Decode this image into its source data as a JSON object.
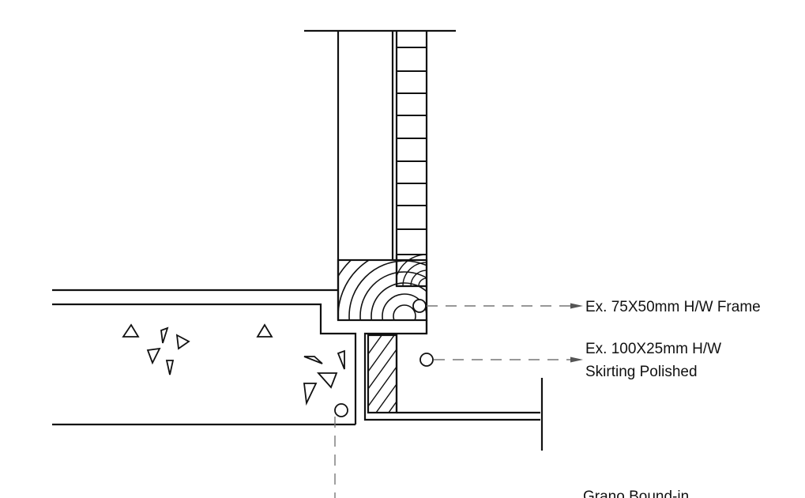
{
  "drawing": {
    "line_color": "#111111",
    "leader_color": "#777777",
    "background": "#ffffff"
  },
  "annotations": {
    "frame_label": "Ex. 75X50mm H/W Frame",
    "skirting_label_line1": "Ex. 100X25mm H/W",
    "skirting_label_line2": "Skirting Polished",
    "cutoff_label": "Grano Bound-in"
  }
}
